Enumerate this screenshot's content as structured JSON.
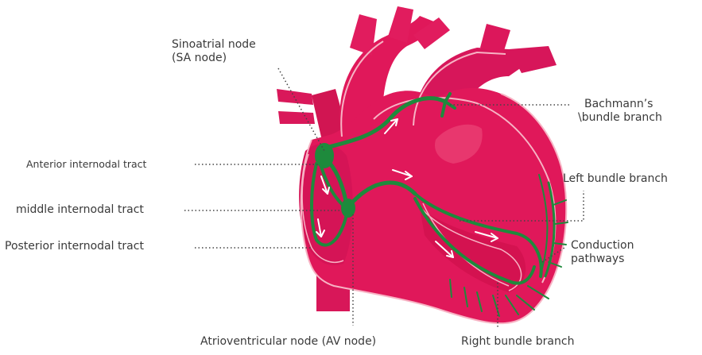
{
  "labels": {
    "sa_node": [
      "Sinoatrial node",
      "(SA node)"
    ],
    "bachmann": [
      "Bachmann’s",
      "\\bundle branch"
    ],
    "anterior": "Anterior internodal tract",
    "middle": "middle internodal tract",
    "posterior": "Posterior internodal tract",
    "left_bundle": "Left bundle branch",
    "conduction": [
      "Conduction",
      "pathways"
    ],
    "av_node": "Atrioventricular node (AV node)",
    "right_bundle": "Right bundle branch"
  },
  "colors": {
    "heart": "#e0185a",
    "heart_dark": "#c01048",
    "heart_light": "#f06a8e",
    "outline": "#f7b3c4",
    "conduction": "#1e8a3c",
    "leader": "#444444"
  }
}
